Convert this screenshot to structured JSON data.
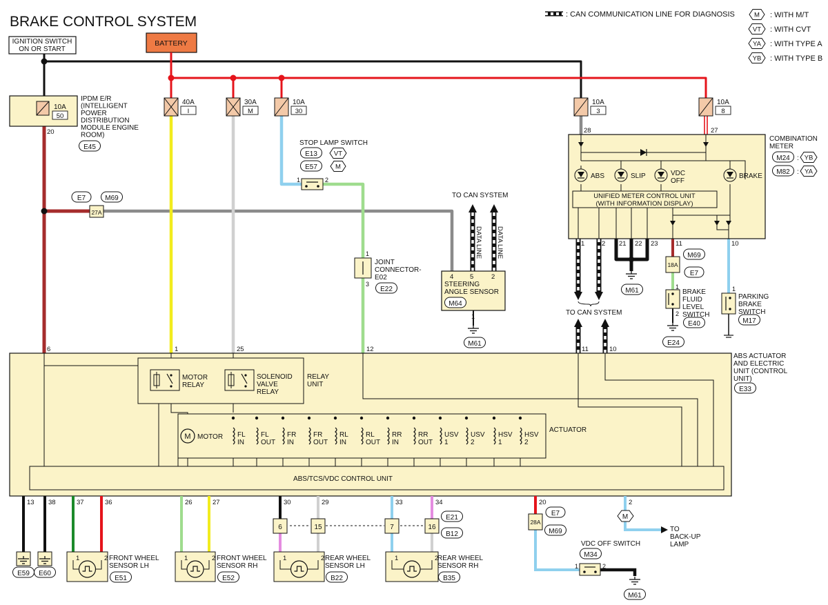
{
  "title": "BRAKE CONTROL SYSTEM",
  "legend": {
    "can_line": ": CAN COMMUNICATION LINE FOR DIAGNOSIS",
    "items": [
      {
        "code": "M",
        "text": ": WITH M/T"
      },
      {
        "code": "VT",
        "text": ": WITH CVT"
      },
      {
        "code": "YA",
        "text": ": WITH TYPE A"
      },
      {
        "code": "YB",
        "text": ": WITH TYPE B"
      }
    ]
  },
  "ignition": [
    "IGNITION SWITCH",
    "ON OR START"
  ],
  "battery": "BATTERY",
  "fuses": [
    {
      "amp": "10A",
      "num": "50"
    },
    {
      "amp": "40A",
      "num": "I"
    },
    {
      "amp": "30A",
      "num": "M"
    },
    {
      "amp": "10A",
      "num": "30"
    },
    {
      "amp": "10A",
      "num": "3"
    },
    {
      "amp": "10A",
      "num": "8"
    }
  ],
  "ipdm": {
    "lines": [
      "IPDM E/R",
      "(INTELLIGENT",
      "POWER",
      "DISTRIBUTION",
      "MODULE ENGINE",
      "ROOM)"
    ],
    "conn": "E45",
    "pin": "20"
  },
  "stop_lamp": {
    "title": "STOP LAMP SWITCH",
    "c1": "E13",
    "t1": "VT",
    "c2": "E57",
    "t2": "M",
    "p1": "1",
    "p2": "2"
  },
  "splice": {
    "c1": "E7",
    "c2": "M69",
    "code": "27A"
  },
  "can_top": "TO CAN SYSTEM",
  "data_line": "DATA LINE",
  "joint": {
    "lines": [
      "JOINT",
      "CONNECTOR-",
      "E02"
    ],
    "p1": "1",
    "p3": "3",
    "conn": "E22"
  },
  "steering": {
    "lines": [
      "STEERING",
      "ANGLE SENSOR"
    ],
    "conn": "M64",
    "pins": [
      "4",
      "5",
      "2"
    ],
    "gpin": "1",
    "gconn": "M61"
  },
  "combo": {
    "lines": [
      "COMBINATION",
      "METER"
    ],
    "v1": "M24",
    "t1": "YB",
    "v2": "M82",
    "t2": "YA",
    "unit": [
      "UNIFIED METER CONTROL UNIT",
      "(WITH INFORMATION DISPLAY)"
    ],
    "lamps": [
      "ABS",
      "SLIP",
      "VDC",
      "OFF",
      "BRAKE"
    ],
    "pins_top": [
      "28",
      "27"
    ],
    "pins_bot": [
      "1",
      "2",
      "21",
      "22",
      "23",
      "11",
      "10"
    ],
    "gconn": "M61"
  },
  "brake_fluid": {
    "lines": [
      "BRAKE",
      "FLUID",
      "LEVEL",
      "SWITCH"
    ],
    "c1": "M69",
    "c2": "E7",
    "code": "18A",
    "p1": "1",
    "p2": "2",
    "conn": "E40",
    "gconn": "E24"
  },
  "parking": {
    "lines": [
      "PARKING",
      "BRAKE",
      "SWITCH"
    ],
    "p1": "1",
    "conn": "M17"
  },
  "can_mid": "TO CAN SYSTEM",
  "abs": {
    "lines": [
      "ABS ACTUATOR",
      "AND ELECTRIC",
      "UNIT (CONTROL",
      "UNIT)"
    ],
    "conn": "E33",
    "top_pins": [
      "6",
      "1",
      "25",
      "12",
      "11",
      "10"
    ],
    "relay_unit": [
      "RELAY",
      "UNIT"
    ],
    "motor_relay": [
      "MOTOR",
      "RELAY"
    ],
    "sol_relay": [
      "SOLENOID",
      "VALVE",
      "RELAY"
    ],
    "actuator": "ACTUATOR",
    "motor": "MOTOR",
    "motor_sym": "M",
    "valves": [
      [
        "FL",
        "IN"
      ],
      [
        "FL",
        "OUT"
      ],
      [
        "FR",
        "IN"
      ],
      [
        "FR",
        "OUT"
      ],
      [
        "RL",
        "IN"
      ],
      [
        "RL",
        "OUT"
      ],
      [
        "RR",
        "IN"
      ],
      [
        "RR",
        "OUT"
      ],
      [
        "USV",
        "1"
      ],
      [
        "USV",
        "2"
      ],
      [
        "HSV",
        "1"
      ],
      [
        "HSV",
        "2"
      ]
    ],
    "control_unit": "ABS/TCS/VDC CONTROL UNIT",
    "bottom_pins": [
      "13",
      "38",
      "37",
      "36",
      "26",
      "27",
      "30",
      "29",
      "33",
      "34",
      "20",
      "2"
    ]
  },
  "grounds": [
    "E59",
    "E60"
  ],
  "sensors": [
    {
      "lines": [
        "FRONT WHEEL",
        "SENSOR LH"
      ],
      "conn": "E51"
    },
    {
      "lines": [
        "FRONT WHEEL",
        "SENSOR RH"
      ],
      "conn": "E52"
    },
    {
      "lines": [
        "REAR WHEEL",
        "SENSOR LH"
      ],
      "conn": "B22"
    },
    {
      "lines": [
        "REAR WHEEL",
        "SENSOR RH"
      ],
      "conn": "B35"
    }
  ],
  "sensor_pins": [
    "1",
    "2"
  ],
  "rear_joints": [
    "6",
    "15",
    "7",
    "16"
  ],
  "rear_conn": {
    "c1": "E21",
    "c2": "B12"
  },
  "vdc_splice": {
    "c1": "E7",
    "c2": "M69",
    "code": "28A"
  },
  "vdc_switch": {
    "title": "VDC OFF SWITCH",
    "conn": "M34",
    "p1": "1",
    "p2": "2",
    "gconn": "M61"
  },
  "backup": {
    "sym": "M",
    "lines": [
      "TO",
      "BACK-UP",
      "LAMP"
    ]
  },
  "colors": {
    "red": "#e5141b",
    "black": "#111111",
    "yellow": "#f2ec1e",
    "gray": "#8a8a8a",
    "lightgray": "#d0d0d0",
    "blue": "#8fd0ee",
    "green": "#9fdc8e",
    "darkgreen": "#1c8a2a",
    "brown": "#a52c2c",
    "pink": "#e48ce0",
    "box": "#fbf3c8",
    "fuse": "#f3c9a8",
    "battery": "#ee7a44"
  }
}
